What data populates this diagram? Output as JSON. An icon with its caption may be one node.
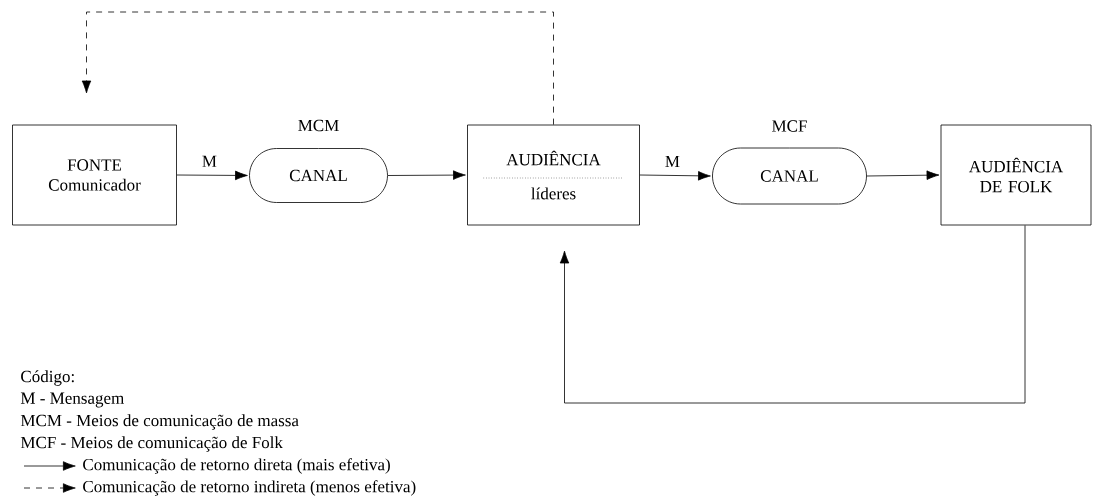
{
  "diagram": {
    "nodes": [
      {
        "text": [
          "FONTE",
          "Comunicador"
        ]
      },
      {
        "text": [
          "CANAL"
        ],
        "beside": [
          "MCM"
        ]
      },
      {
        "text": [
          "AUDIÊNCIA",
          "líderes"
        ]
      },
      {
        "text": [
          "CANAL"
        ],
        "beside": [
          "MCF"
        ]
      },
      {
        "text": [
          "AUDIÊNCIA DE FOLK"
        ]
      }
    ],
    "edges": [
      {
        "from": 0,
        "to": 1,
        "arrow": "to",
        "label": "M"
      },
      {
        "from": 1,
        "to": 2,
        "arrow": "to"
      },
      {
        "from": 2,
        "to": 3,
        "arrow": "to",
        "label": "M"
      },
      {
        "from": 3,
        "to": 4,
        "arrow": "to"
      },
      {
        "from": 4,
        "to": 2,
        "arrow": "to"
      },
      {
        "from": 2,
        "to": 0,
        "arrow": "to",
        "style": "dashed"
      }
    ],
    "labels": [
      "Código:",
      "M - Mensagem",
      "MCM - Meios de comunicação de massa",
      "MCF - Meios de comunicação de Folk"
    ],
    "legend": [
      {
        "text": "Comunicação de retorno direta (mais efetiva)"
      },
      {
        "text": "Comunicação de retorno indireta (menos efetiva)"
      }
    ]
  }
}
